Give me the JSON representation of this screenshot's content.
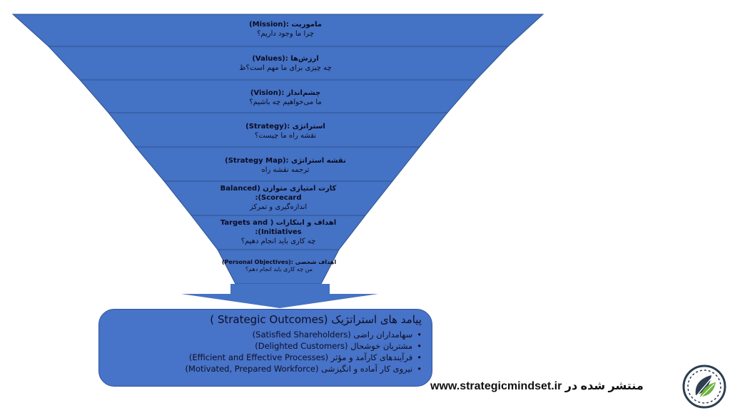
{
  "funnel": {
    "color": "#4472c4",
    "stroke": "#2f528f",
    "levels": [
      {
        "title": "ماموریت :(Mission)",
        "subtitle": "چرا ما وجود داریم؟"
      },
      {
        "title": "ارزش‌ها :(Values)",
        "subtitle": "چه چیزی برای ما مهم است؟ظ"
      },
      {
        "title": "چشم‌انداز :(Vision)",
        "subtitle": "ما می‌خواهیم چه باشیم؟"
      },
      {
        "title": "استراتژی :(Strategy)",
        "subtitle": "نقشه راه ما چیست؟"
      },
      {
        "title": "نقشه استراتژی :(Strategy Map)",
        "subtitle": "ترجمه نقشه راه"
      },
      {
        "title": "کارت امتیازی متوازن (Balanced Scorecard):",
        "subtitle": "اندازه‌گیری و تمرکز"
      },
      {
        "title": "اهداف و ابتکارات ( Targets and Initiatives):",
        "subtitle": "چه کاری باید انجام دهیم؟"
      },
      {
        "title": "اهداف شخصی :(Personal Objectives)",
        "subtitle": "من چه کاری باید انجام دهم؟"
      }
    ]
  },
  "outcomes": {
    "title": "پیامد های استراتژیک (Strategic Outcomes )",
    "bullet": "•",
    "items": [
      "سهامداران راضی (Satisfied Shareholders)",
      "مشتریان خوشحال (Delighted Customers)",
      "فرآیندهای کارآمد و مؤثر (Efficient and Effective Processes)",
      "نیروی کار آماده و انگیزشی (Motivated, Prepared Workforce)"
    ]
  },
  "footer": {
    "text": "منتشر شده در www.strategicmindset.ir"
  },
  "logo": {
    "icon": "leaf-brain-logo-icon",
    "colors": {
      "dark": "#2c3e50",
      "green": "#6db33f"
    }
  }
}
